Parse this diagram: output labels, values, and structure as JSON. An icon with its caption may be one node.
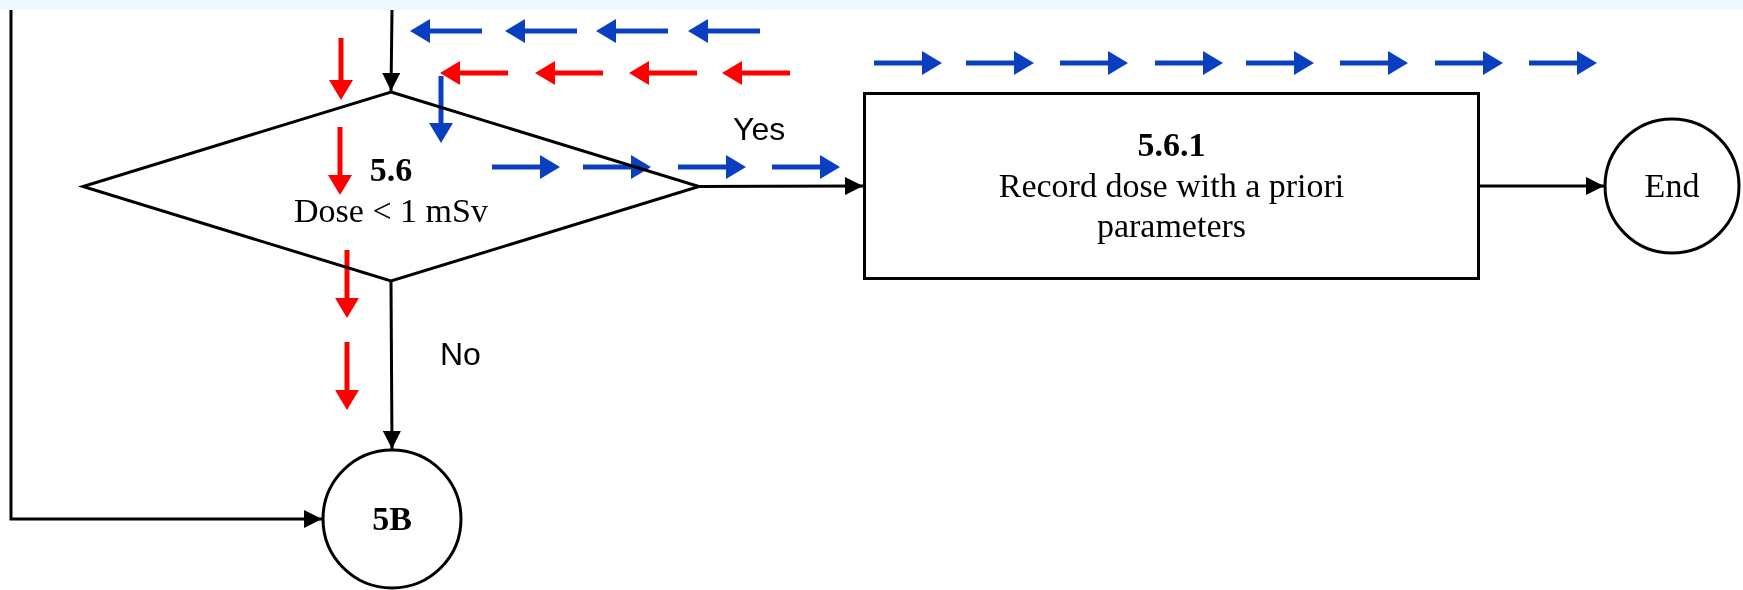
{
  "diagram": {
    "nodes": [
      {
        "text": [
          "5.6",
          "Dose < 1 mSv"
        ]
      },
      {
        "text": [
          "5.6.1",
          "Record dose with a priori parameters"
        ]
      },
      {
        "text": [
          "End"
        ]
      },
      {
        "text": [
          "5B"
        ]
      }
    ],
    "edges": [
      {
        "from": null,
        "to": 0,
        "arrow": "to"
      },
      {
        "from": 0,
        "to": 1,
        "label": "Yes",
        "arrow": "to"
      },
      {
        "from": 0,
        "to": 3,
        "label": "No",
        "arrow": "to"
      },
      {
        "from": 1,
        "to": 2,
        "arrow": "to"
      },
      {
        "from": null,
        "to": 3,
        "arrow": "to"
      }
    ]
  }
}
